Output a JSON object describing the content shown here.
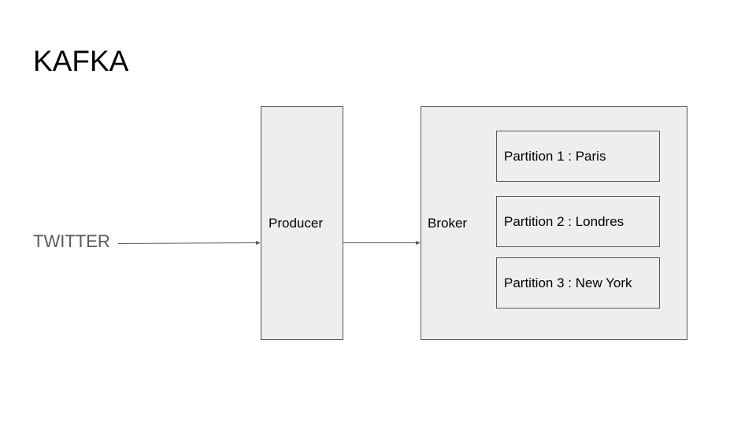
{
  "title": "KAFKA",
  "source": {
    "label": "TWITTER"
  },
  "producer": {
    "label": "Producer"
  },
  "broker": {
    "label": "Broker",
    "partitions": [
      {
        "label": "Partition 1 : Paris"
      },
      {
        "label": "Partition 2 : Londres"
      },
      {
        "label": "Partition 3 : New York"
      }
    ]
  },
  "colors": {
    "box_fill": "#eeeeee",
    "box_border": "#595959",
    "source_text": "#595959",
    "arrow": "#595959"
  }
}
